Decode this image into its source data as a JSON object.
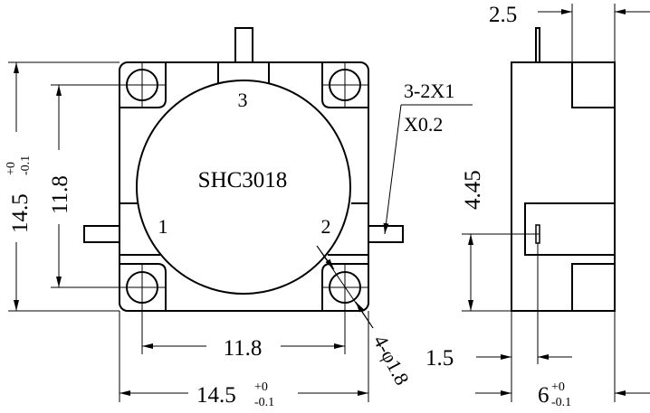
{
  "part_number": "SHC3018",
  "ports": {
    "p1": "1",
    "p2": "2",
    "p3": "3"
  },
  "front_view": {
    "height_dim": {
      "value": "14.5",
      "tol_upper": "+0",
      "tol_lower": "-0.1"
    },
    "width_dim": {
      "value": "14.5",
      "tol_upper": "+0",
      "tol_lower": "-0.1"
    },
    "hole_spacing_v": "11.8",
    "hole_spacing_h": "11.8",
    "pin_note_line1": "3-2X1",
    "pin_note_line2": "X0.2",
    "hole_note": "4-φ1.8"
  },
  "side_view": {
    "pin_offset_top": "2.5",
    "pin_height": "4.45",
    "pin_offset_side": "1.5",
    "thickness_dim": {
      "value": "6",
      "tol_upper": "+0",
      "tol_lower": "-0.1"
    }
  }
}
